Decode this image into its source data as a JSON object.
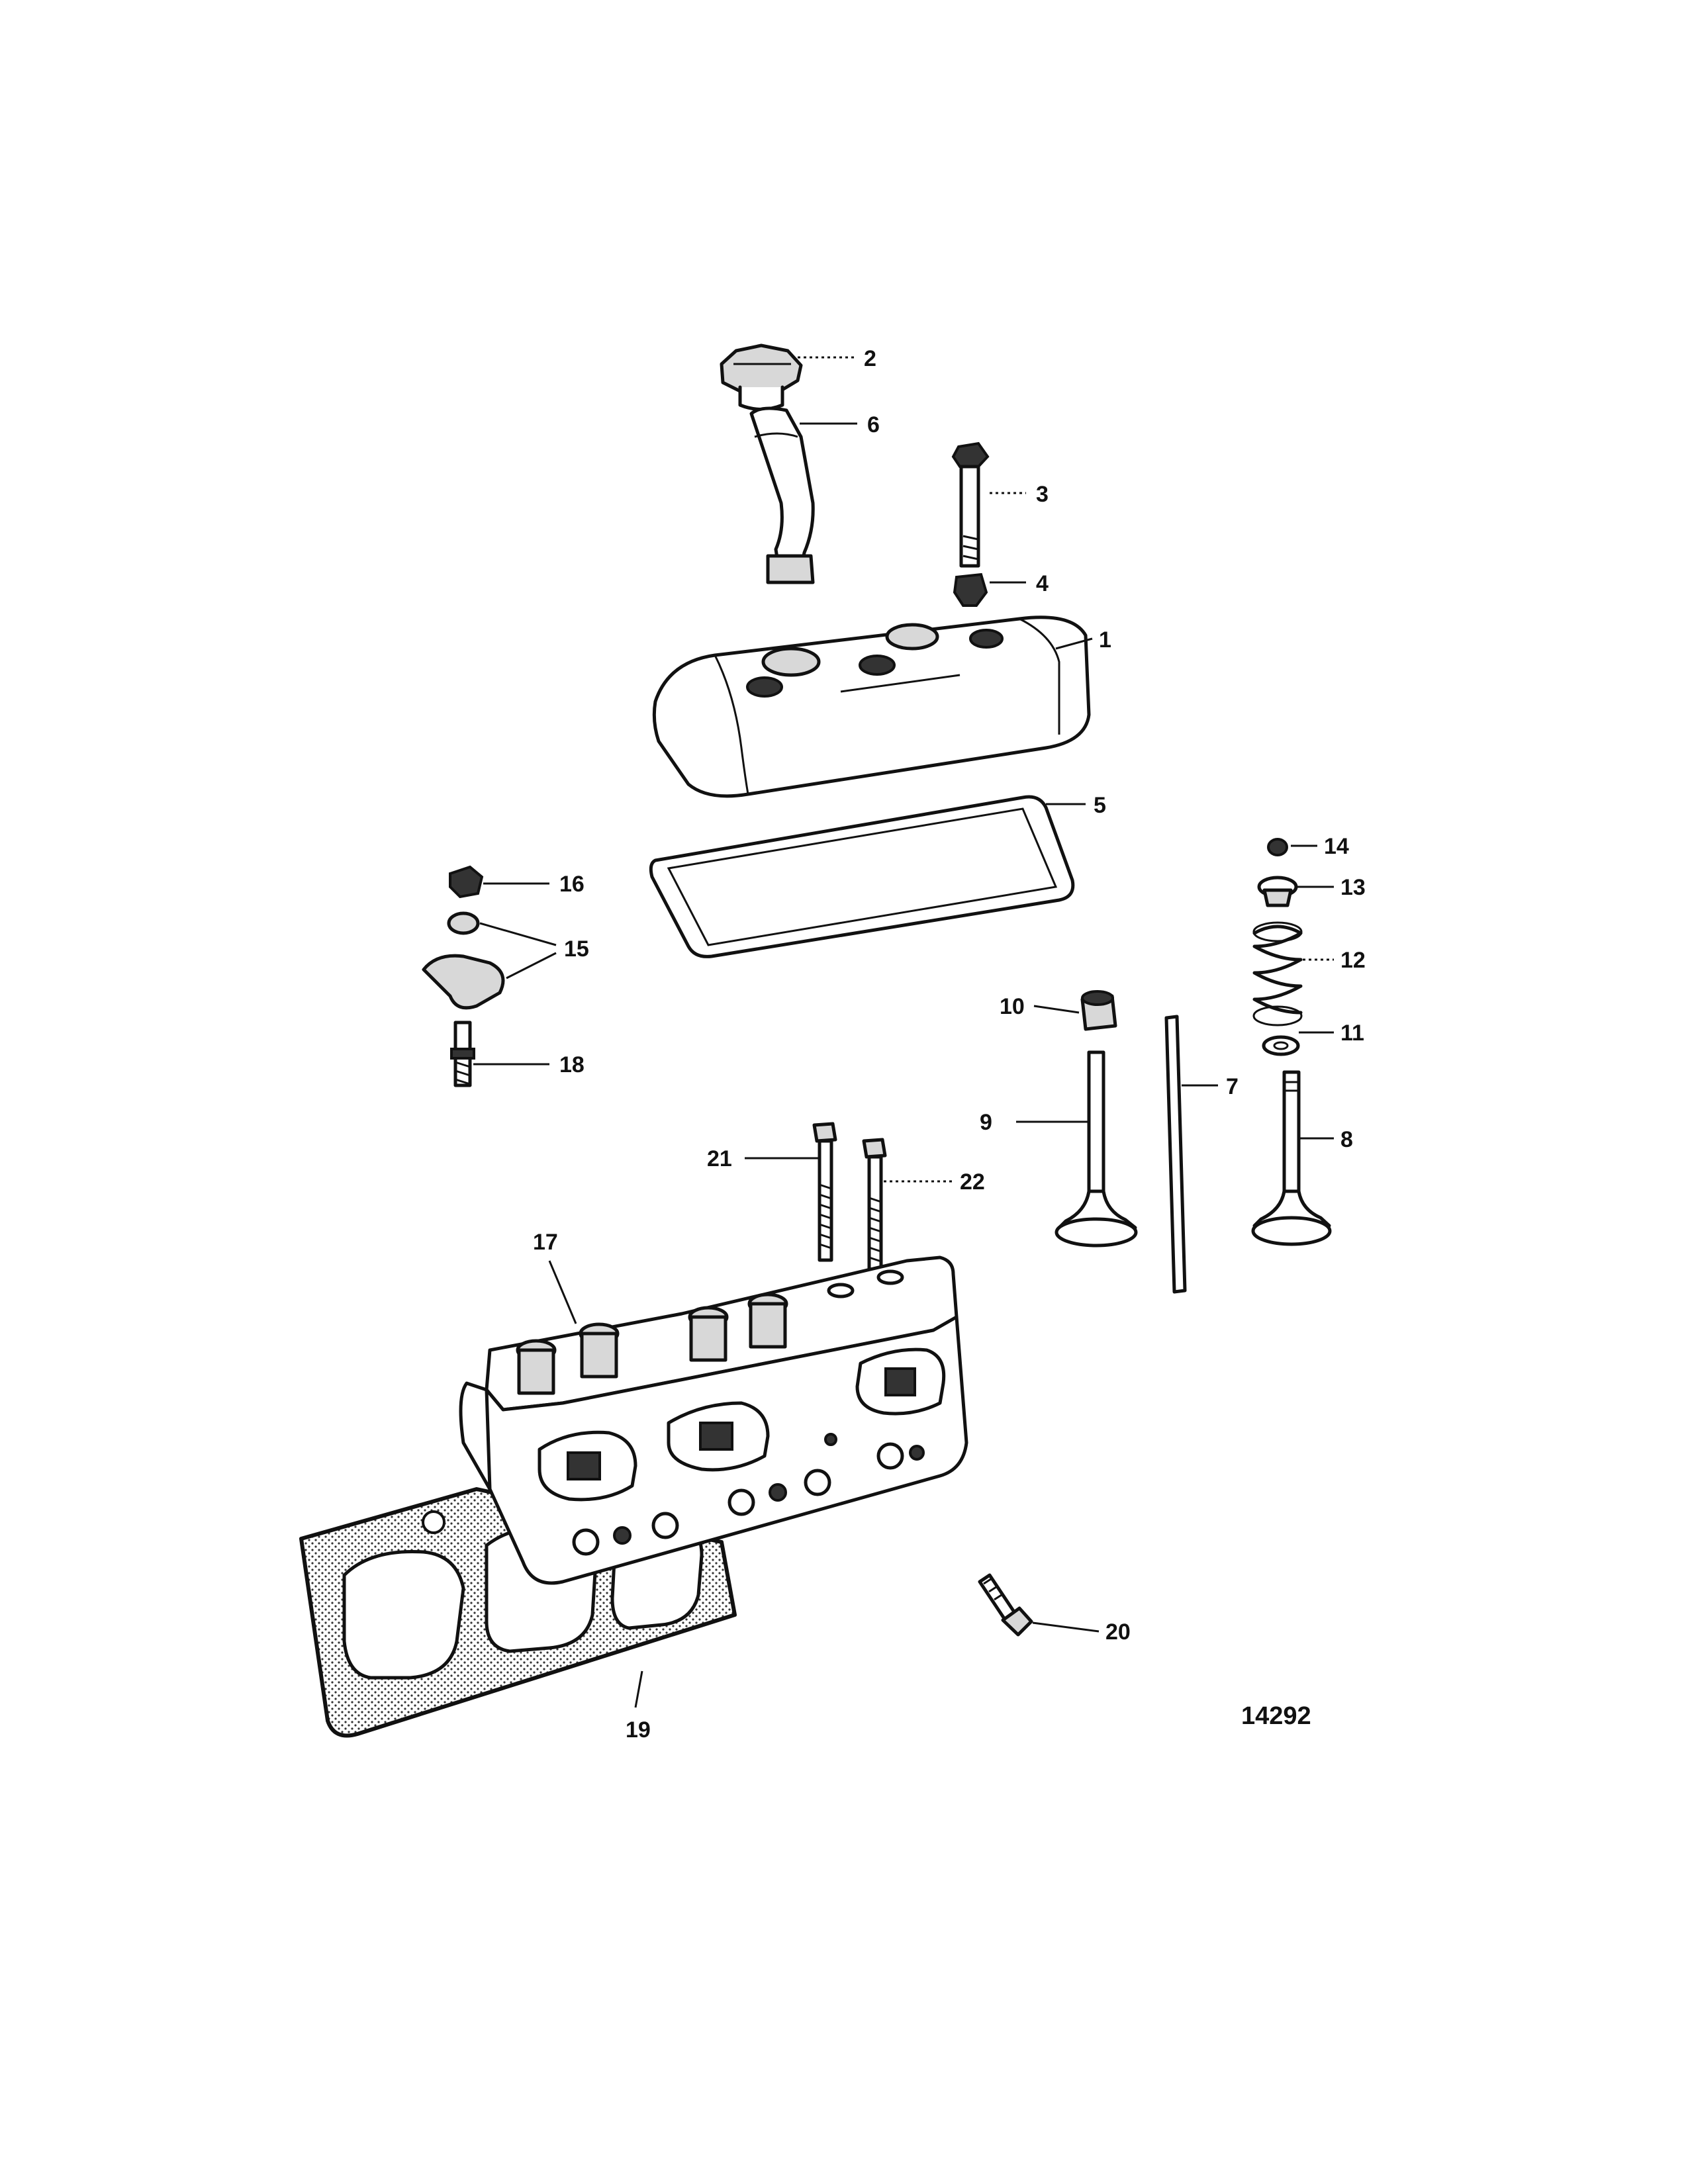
{
  "figure_id": "14292",
  "callouts": {
    "c1": "1",
    "c2": "2",
    "c3": "3",
    "c4": "4",
    "c5": "5",
    "c6": "6",
    "c7": "7",
    "c8": "8",
    "c9": "9",
    "c10": "10",
    "c11": "11",
    "c12": "12",
    "c13": "13",
    "c14": "14",
    "c15": "15",
    "c16": "16",
    "c17": "17",
    "c18": "18",
    "c19": "19",
    "c20": "20",
    "c21": "21",
    "c22": "22"
  }
}
